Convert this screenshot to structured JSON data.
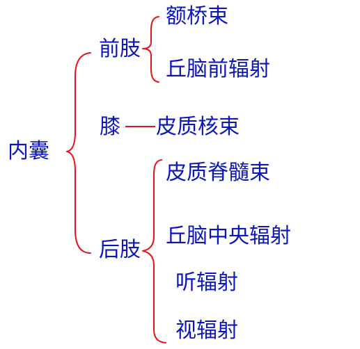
{
  "diagram": {
    "root": "内囊",
    "branches": [
      {
        "label": "前肢",
        "children": [
          "额桥束",
          "丘脑前辐射"
        ]
      },
      {
        "label": "膝",
        "children": [
          "皮质核束"
        ]
      },
      {
        "label": "后肢",
        "children": [
          "皮质脊髓束",
          "丘脑中央辐射",
          "听辐射",
          "视辐射"
        ]
      }
    ],
    "colors": {
      "text": "#0b16b8",
      "lines": "#e8101b"
    }
  }
}
